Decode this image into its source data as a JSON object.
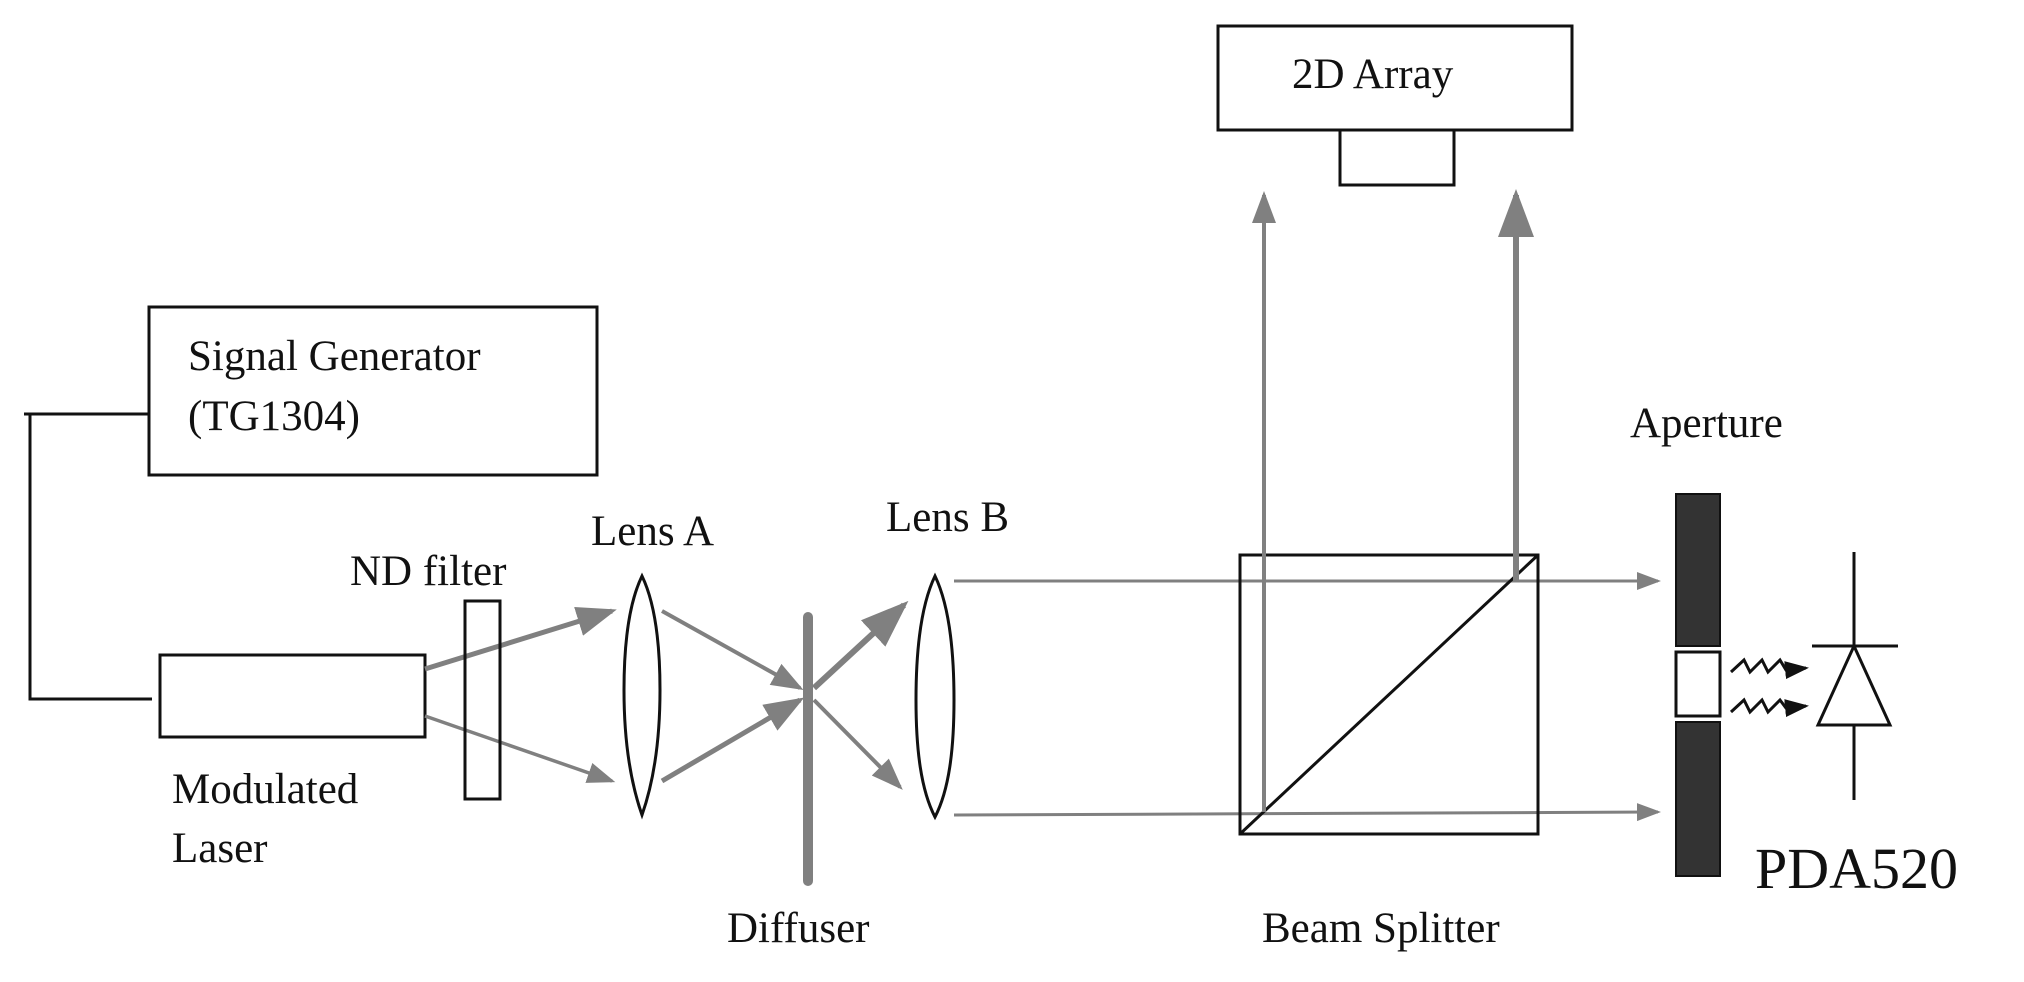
{
  "labels": {
    "signal_generator_line1": "Signal Generator",
    "signal_generator_line2": "(TG1304)",
    "nd_filter": "ND filter",
    "lens_a": "Lens  A",
    "lens_b": "Lens B",
    "modulated_laser_line1": "Modulated",
    "modulated_laser_line2": "Laser",
    "diffuser": "Diffuser",
    "array": "2D Array",
    "beam_splitter": "Beam Splitter",
    "aperture": "Aperture",
    "photodetector": "PDA520"
  },
  "colors": {
    "line": "#111111",
    "beam": "#808080",
    "aperture_block": "#333333",
    "background": "#ffffff"
  }
}
